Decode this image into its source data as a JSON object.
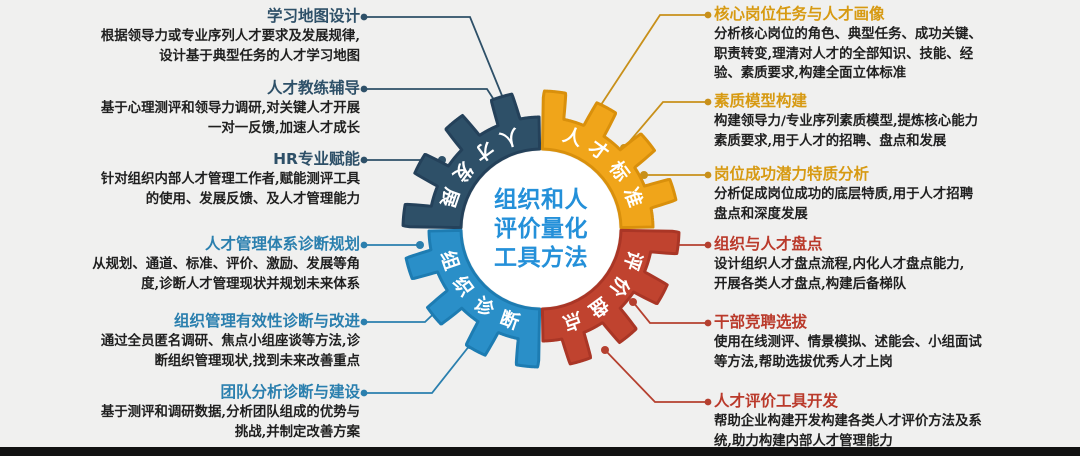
{
  "diagram": {
    "title_center": [
      "组织和人",
      "评价量化",
      "工具方法"
    ],
    "center_color": "#2490d9",
    "background_color": "#f0f0ef",
    "segments": [
      {
        "id": "talent-development",
        "label": "人才发展",
        "color": "#2e5068",
        "position": "top-left"
      },
      {
        "id": "talent-standard",
        "label": "人才标准",
        "color": "#f0a51a",
        "position": "top-right"
      },
      {
        "id": "org-diagnosis",
        "label": "组织诊断",
        "color": "#2a8fc8",
        "position": "bottom-left"
      },
      {
        "id": "evaluation-review",
        "label": "评价盘点",
        "color": "#c0432f",
        "position": "bottom-right"
      }
    ]
  },
  "callouts_left": [
    {
      "title": "学习地图设计",
      "theme": "t-darkblue",
      "lines": [
        "根据领导力或专业序列人才要求及发展规律,",
        "设计基于典型任务的人才学习地图"
      ]
    },
    {
      "title": "人才教练辅导",
      "theme": "t-darkblue",
      "lines": [
        "基于心理测评和领导力调研,对关键人才开展",
        "一对一反馈,加速人才成长"
      ]
    },
    {
      "title": "HR专业赋能",
      "theme": "t-darkblue",
      "lines": [
        "针对组织内部人才管理工作者,赋能测评工具",
        "的使用、发展反馈、及人才管理能力"
      ]
    },
    {
      "title": "人才管理体系诊断规划",
      "theme": "t-lightblue",
      "lines": [
        "从规划、通道、标准、评价、激励、发展等角",
        "度,诊断人才管理现状并规划未来体系"
      ]
    },
    {
      "title": "组织管理有效性诊断与改进",
      "theme": "t-lightblue",
      "lines": [
        "通过全员匿名调研、焦点小组座谈等方法,诊",
        "断组织管理现状,找到未来改善重点"
      ]
    },
    {
      "title": "团队分析诊断与建设",
      "theme": "t-lightblue",
      "lines": [
        "基于测评和调研数据,分析团队组成的优势与",
        "挑战,并制定改善方案"
      ]
    }
  ],
  "callouts_right": [
    {
      "title": "核心岗位任务与人才画像",
      "theme": "t-orange",
      "lines": [
        "分析核心岗位的角色、典型任务、成功关键、",
        "职责转变,理清对人才的全部知识、技能、经",
        "验、素质要求,构建全面立体标准"
      ]
    },
    {
      "title": "素质模型构建",
      "theme": "t-orange",
      "lines": [
        "构建领导力/专业序列素质模型,提炼核心能力",
        "素质要求,用于人才的招聘、盘点和发展"
      ]
    },
    {
      "title": "岗位成功潜力特质分析",
      "theme": "t-orange",
      "lines": [
        "分析促成岗位成功的底层特质,用于人才招聘",
        "盘点和深度发展"
      ]
    },
    {
      "title": "组织与人才盘点",
      "theme": "t-red",
      "lines": [
        "设计组织人才盘点流程,内化人才盘点能力,",
        "开展各类人才盘点,构建后备梯队"
      ]
    },
    {
      "title": "干部竞聘选拔",
      "theme": "t-red",
      "lines": [
        "使用在线测评、情景模拟、述能会、小组面试",
        "等方法,帮助选拔优秀人才上岗"
      ]
    },
    {
      "title": "人才评价工具开发",
      "theme": "t-red",
      "lines": [
        "帮助企业构建开发构建各类人才评价方法及系",
        "统,助力构建内部人才管理能力"
      ]
    }
  ]
}
